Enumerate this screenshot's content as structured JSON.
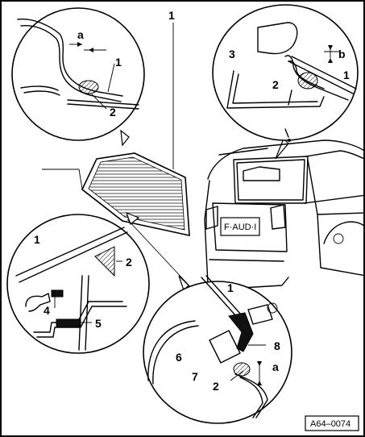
{
  "labels": {
    "main_1": "1",
    "tl_a": "a",
    "tl_1": "1",
    "tl_2": "2",
    "tr_3": "3",
    "tr_b": "b",
    "tr_2": "2",
    "tr_1": "1",
    "ml_1": "1",
    "ml_2": "2",
    "ml_4": "4",
    "ml_5": "5",
    "br_1": "1",
    "br_8": "8",
    "br_6": "6",
    "br_7": "7",
    "br_2": "2",
    "br_a": "a",
    "plate": "F·AUD·I"
  },
  "reference_code": "A64–0074",
  "colors": {
    "ink": "#000000",
    "paper": "#ffffff"
  }
}
